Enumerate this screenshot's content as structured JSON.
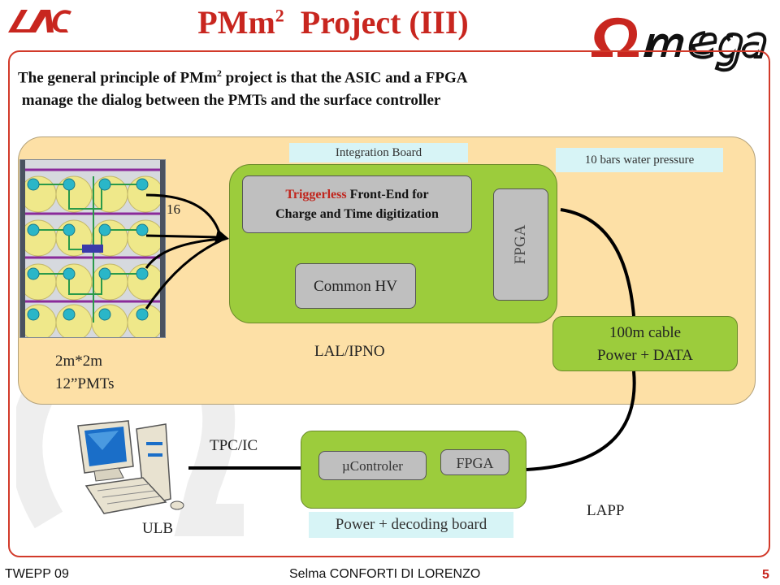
{
  "header": {
    "title_main": "PMm",
    "title_sup": "2",
    "title_rest": "  Project (III)",
    "logo_left": "LAL",
    "logo_right": "Omega"
  },
  "intro": {
    "line1_pre": "The general principle of PMm",
    "line1_sup": "2",
    "line1_post": " project is that the ASIC and a FPGA",
    "line2": " manage the dialog between the PMTs and the surface controller"
  },
  "diagram": {
    "integration_board_label": "Integration Board",
    "pressure_label": "10 bars water pressure",
    "frontend_red": "Triggerless",
    "frontend_rest": " Front-End for",
    "frontend_line2": "Charge and Time digitization",
    "common_hv": "Common HV",
    "fpga_board": "FPGA",
    "cable_line1": "100m cable",
    "cable_line2": "Power + DATA",
    "label_16": "16",
    "lal_ipno": "LAL/IPNO",
    "pmts_line1": "2m*2m",
    "pmts_line2": "12”PMTs",
    "tpc_ic": "TPC/IC",
    "ulb": "ULB",
    "lapp": "LAPP",
    "ucontroler": "µControler",
    "fpga_decoder": "FPGA",
    "decoder_label": "Power + decoding board"
  },
  "footer": {
    "left": "TWEPP 09",
    "center": "Selma CONFORTI DI LORENZO",
    "page": "5"
  },
  "colors": {
    "accent_red": "#c8261f",
    "board_green": "#9ccc3c",
    "environment": "#fde0a6",
    "label_cyan": "#d7f4f6"
  }
}
